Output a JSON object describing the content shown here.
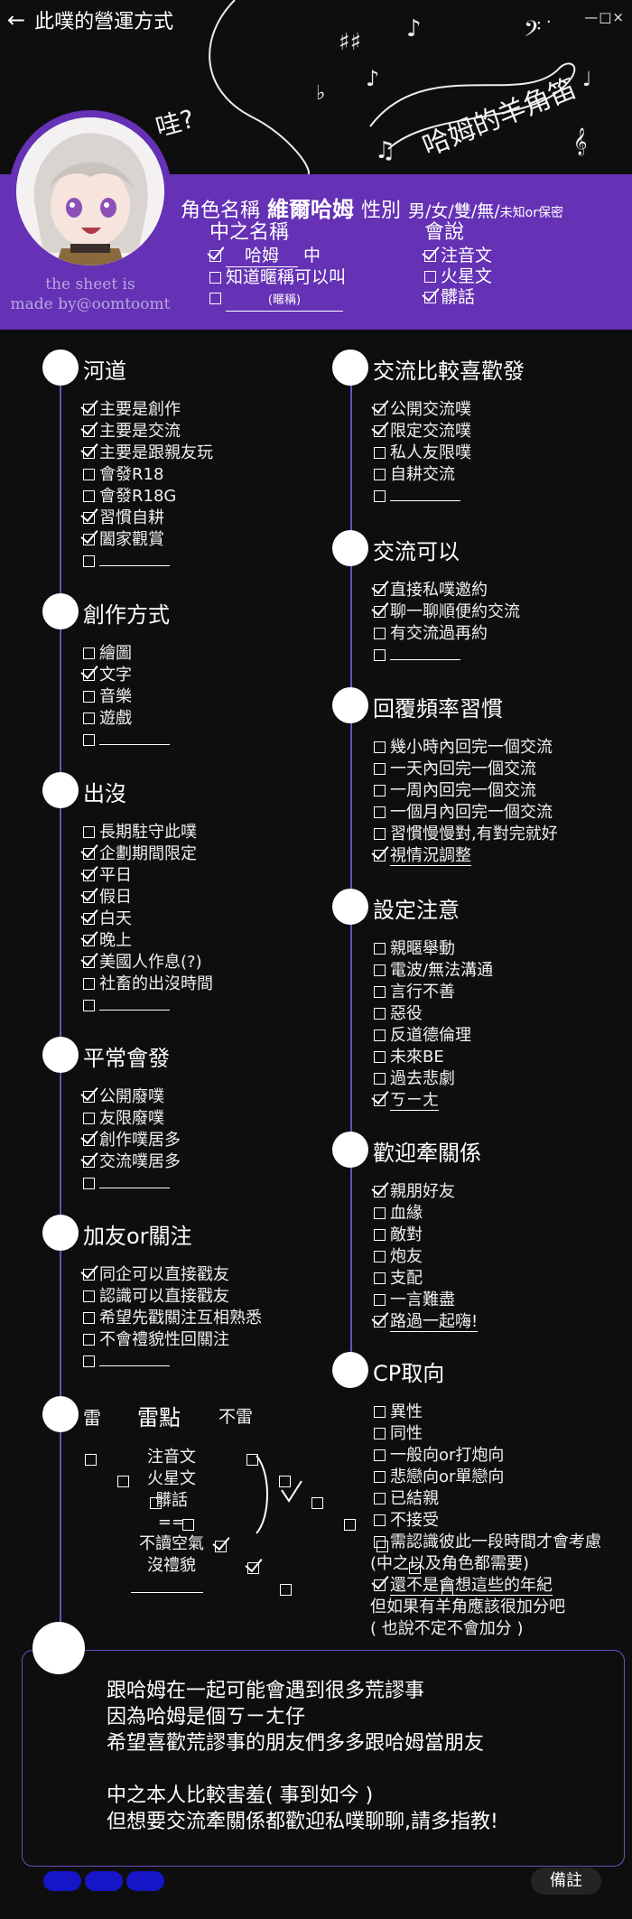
{
  "header": {
    "back_icon": "arrow-left-icon",
    "title": "此噗的營運方式",
    "window_controls": "—□×"
  },
  "doodle": {
    "exclaim": "哇?",
    "signature": "哈姆的羊角笛"
  },
  "credit": {
    "line1": "the sheet is",
    "line2": "made by@oomtoomt"
  },
  "profile": {
    "role_label": "角色名稱",
    "role_name": "維爾哈姆",
    "gender_label": "性別",
    "gender_options": "男/女/雙/無/",
    "gender_extra": "未知or保密",
    "nickname_title": "中之名稱",
    "nickname_name": "哈姆",
    "nickname_suffix": "中",
    "nickname_opt2": "知道暱稱可以叫",
    "nickname_note": "(暱稱)",
    "language_title": "會說",
    "lang1": "注音文",
    "lang2": "火星文",
    "lang3": "髒話"
  },
  "left_sections": [
    {
      "title": "河道",
      "items": [
        {
          "text": "主要是創作",
          "checked": true
        },
        {
          "text": "主要是交流",
          "checked": true
        },
        {
          "text": "主要是跟親友玩",
          "checked": true
        },
        {
          "text": "會發R18",
          "checked": false
        },
        {
          "text": "會發R18G",
          "checked": false
        },
        {
          "text": "習慣自耕",
          "checked": true
        },
        {
          "text": "闔家觀賞",
          "checked": true
        },
        {
          "text": "",
          "checked": false
        }
      ]
    },
    {
      "title": "創作方式",
      "items": [
        {
          "text": "繪圖",
          "checked": false
        },
        {
          "text": "文字",
          "checked": true
        },
        {
          "text": "音樂",
          "checked": false
        },
        {
          "text": "遊戲",
          "checked": false
        },
        {
          "text": "",
          "checked": false
        }
      ]
    },
    {
      "title": "出沒",
      "items": [
        {
          "text": "長期駐守此噗",
          "checked": false
        },
        {
          "text": "企劃期間限定",
          "checked": true
        },
        {
          "text": "平日",
          "checked": true
        },
        {
          "text": "假日",
          "checked": true
        },
        {
          "text": "白天",
          "checked": true
        },
        {
          "text": "晚上",
          "checked": true
        },
        {
          "text": "美國人作息(?)",
          "checked": true
        },
        {
          "text": "社畜的出沒時間",
          "checked": false
        },
        {
          "text": "",
          "checked": false
        }
      ]
    },
    {
      "title": "平常會發",
      "items": [
        {
          "text": "公開廢噗",
          "checked": true
        },
        {
          "text": "友限廢噗",
          "checked": false
        },
        {
          "text": "創作噗居多",
          "checked": true
        },
        {
          "text": "交流噗居多",
          "checked": true
        },
        {
          "text": "",
          "checked": false
        }
      ]
    },
    {
      "title": "加友or關注",
      "items": [
        {
          "text": "同企可以直接戳友",
          "checked": true
        },
        {
          "text": "認識可以直接戳友",
          "checked": false
        },
        {
          "text": "希望先戳關注互相熟悉",
          "checked": false
        },
        {
          "text": "不會禮貌性回關注",
          "checked": false
        },
        {
          "text": "",
          "checked": false
        }
      ]
    }
  ],
  "thunder": {
    "left_label": "雷",
    "title": "雷點",
    "right_label": "不雷",
    "rows": [
      {
        "text": "注音文",
        "left": false,
        "right": false
      },
      {
        "text": "火星文",
        "left": false,
        "right": false
      },
      {
        "text": "髒話",
        "left": false,
        "right": false
      },
      {
        "text": "==",
        "left": false,
        "right": false
      },
      {
        "text": "不讀空氣",
        "left": true,
        "right": false
      },
      {
        "text": "沒禮貌",
        "left": true,
        "right": false
      },
      {
        "text": "",
        "left": false,
        "right": false
      }
    ]
  },
  "right_sections": [
    {
      "title": "交流比較喜歡發",
      "items": [
        {
          "text": "公開交流噗",
          "checked": true
        },
        {
          "text": "限定交流噗",
          "checked": true
        },
        {
          "text": "私人友限噗",
          "checked": false
        },
        {
          "text": "自耕交流",
          "checked": false
        },
        {
          "text": "",
          "checked": false
        }
      ]
    },
    {
      "title": "交流可以",
      "items": [
        {
          "text": "直接私噗邀約",
          "checked": true
        },
        {
          "text": "聊一聊順便約交流",
          "checked": true
        },
        {
          "text": "有交流過再約",
          "checked": false
        },
        {
          "text": "",
          "checked": false
        }
      ]
    },
    {
      "title": "回覆頻率習慣",
      "items": [
        {
          "text": "幾小時內回完一個交流",
          "checked": false
        },
        {
          "text": "一天內回完一個交流",
          "checked": false
        },
        {
          "text": "一周內回完一個交流",
          "checked": false
        },
        {
          "text": "一個月內回完一個交流",
          "checked": false
        },
        {
          "text": "習慣慢慢對,有對完就好",
          "checked": false
        },
        {
          "text": "視情況調整",
          "checked": true
        }
      ]
    },
    {
      "title": "設定注意",
      "items": [
        {
          "text": "親暱舉動",
          "checked": false
        },
        {
          "text": "電波/無法溝通",
          "checked": false
        },
        {
          "text": "言行不善",
          "checked": false
        },
        {
          "text": "惡役",
          "checked": false
        },
        {
          "text": "反道德倫理",
          "checked": false
        },
        {
          "text": "未來BE",
          "checked": false
        },
        {
          "text": "過去悲劇",
          "checked": false
        },
        {
          "text": "ㄎㄧㄤ",
          "checked": true
        }
      ]
    },
    {
      "title": "歡迎牽關係",
      "items": [
        {
          "text": "親朋好友",
          "checked": true
        },
        {
          "text": "血緣",
          "checked": false
        },
        {
          "text": "敵對",
          "checked": false
        },
        {
          "text": "炮友",
          "checked": false
        },
        {
          "text": "支配",
          "checked": false
        },
        {
          "text": "一言難盡",
          "checked": false
        },
        {
          "text": "路過一起嗨!",
          "checked": true
        }
      ]
    },
    {
      "title": "CP取向",
      "items": [
        {
          "text": "異性",
          "checked": false
        },
        {
          "text": "同性",
          "checked": false
        },
        {
          "text": "一般向or打炮向",
          "checked": false
        },
        {
          "text": "悲戀向or單戀向",
          "checked": false
        },
        {
          "text": "已結親",
          "checked": false
        },
        {
          "text": "不接受",
          "checked": false
        },
        {
          "text": "需認識彼此一段時間才會考慮",
          "checked": false
        },
        {
          "text": "(中之以及角色都需要)",
          "checked": false,
          "plain": true
        },
        {
          "text": "還不是會想這些的年紀",
          "checked": true
        },
        {
          "text": " 但如果有羊角應該很加分吧",
          "checked": false,
          "plain": true
        },
        {
          "text": "( 也說不定不會加分 )",
          "checked": false,
          "plain": true
        }
      ]
    }
  ],
  "bottom_text": "跟哈姆在一起可能會遇到很多荒謬事\n因為哈姆是個ㄎㄧㄤ仔\n希望喜歡荒謬事的朋友們多多跟哈姆當朋友\n\n中之本人比較害羞( 事到如今 )\n但想要交流牽關係都歡迎私噗聊聊,請多指教!",
  "footer": {
    "remark": "備註"
  },
  "colors": {
    "accent": "#6531b5",
    "line": "#6a4fc0",
    "pill": "#1616c8",
    "bg": "#0e0e0e"
  }
}
